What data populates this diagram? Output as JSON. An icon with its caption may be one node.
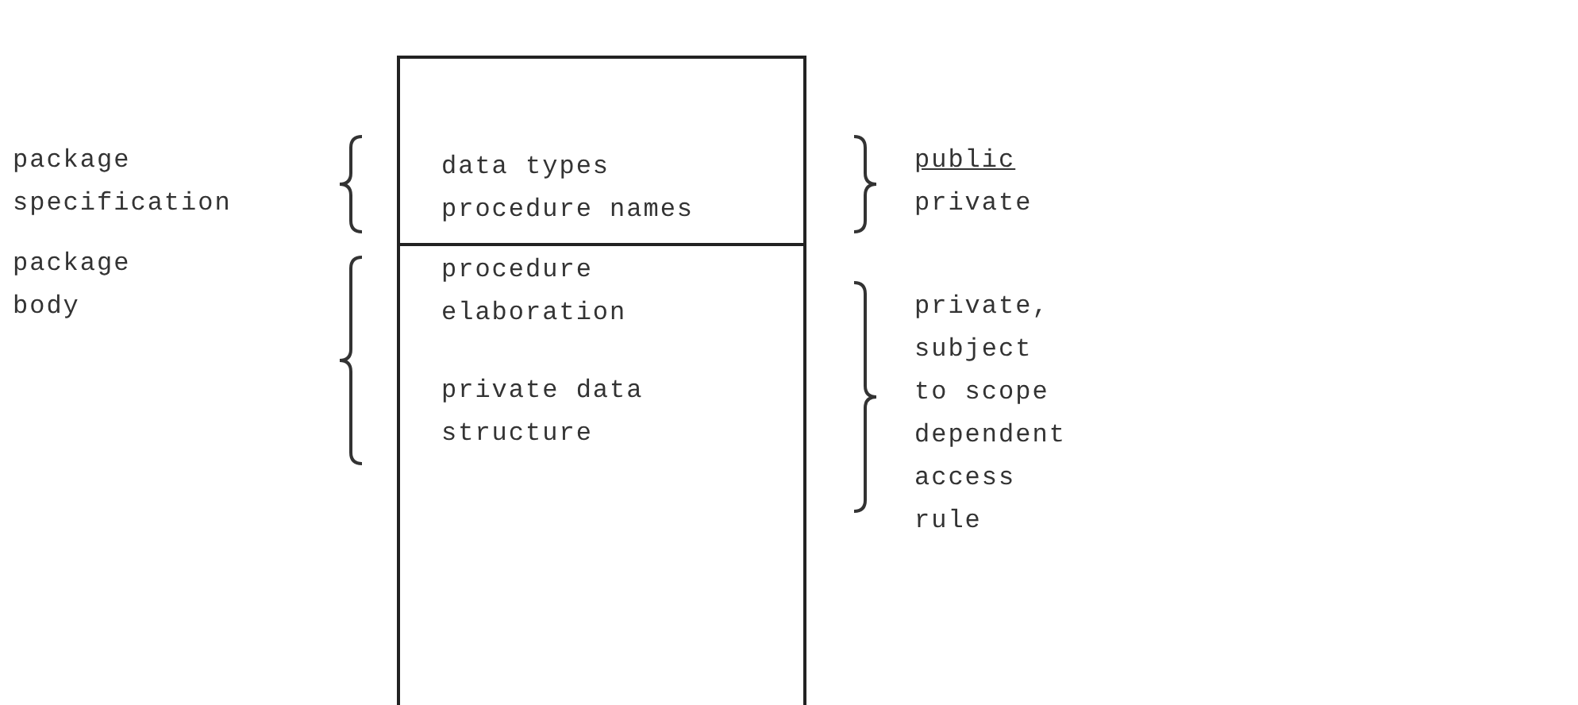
{
  "diagram": {
    "nodes": [
      {
        "text": [
          "data types",
          "procedure names"
        ]
      },
      {
        "text": [
          "procedure elaboration",
          "private data structure"
        ]
      }
    ],
    "labels": [
      "package specification",
      "public",
      "private",
      "package body",
      "private, subject to scope dependent access rule"
    ]
  }
}
